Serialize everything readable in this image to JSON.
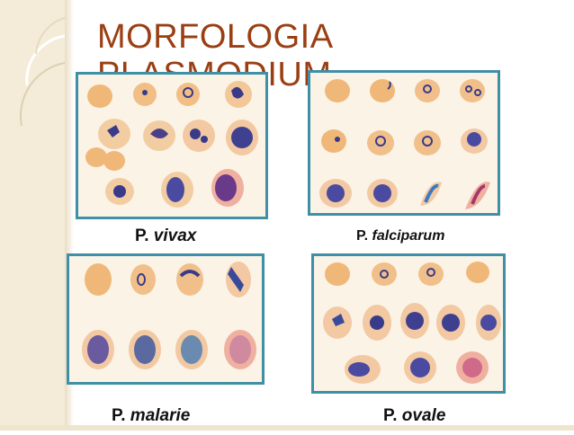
{
  "slide": {
    "title_line1": "MORFOLOGIA",
    "title_line2": "PLASMODIUM"
  },
  "panels": [
    {
      "genus": "P.",
      "species": "vivax"
    },
    {
      "genus": "P.",
      "species": "falciparum"
    },
    {
      "genus": "P.",
      "species": "malarie"
    },
    {
      "genus": "P.",
      "species": "ovale"
    }
  ],
  "colors": {
    "title": "#9a3f13",
    "panel_border": "#3f8fa6",
    "sidebar": "#f4ecd8",
    "cell_fill": "#f0b878",
    "parasite": "#3a3a8a"
  }
}
